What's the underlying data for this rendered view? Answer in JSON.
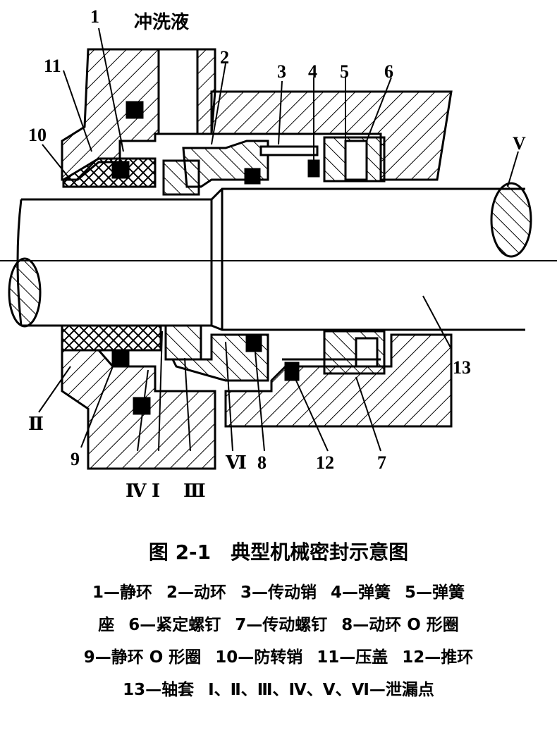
{
  "diagram": {
    "labels": {
      "flush": "冲洗液",
      "n1": "1",
      "n11": "11",
      "n10": "10",
      "n2": "2",
      "n3": "3",
      "n4": "4",
      "n5": "5",
      "n6": "6",
      "rV": "V",
      "n13": "13",
      "rII": "Ⅱ",
      "n9": "9",
      "rIV": "Ⅳ",
      "rI": "Ⅰ",
      "rIII": "Ⅲ",
      "rVI": "Ⅵ",
      "n8": "8",
      "n12": "12",
      "n7": "7"
    }
  },
  "caption": {
    "title": "图 2-1　典型机械密封示意图",
    "legend_lines": [
      [
        "1—静环",
        "2—动环",
        "3—传动销",
        "4—弹簧",
        "5—弹簧"
      ],
      [
        "座",
        "6—紧定螺钉",
        "7—传动螺钉",
        "8—动环 O 形圈"
      ],
      [
        "9—静环 O 形圈",
        "10—防转销",
        "11—压盖",
        "12—推环"
      ],
      [
        "13—轴套",
        "Ⅰ、Ⅱ、Ⅲ、Ⅳ、Ⅴ、Ⅵ—泄漏点"
      ]
    ]
  }
}
